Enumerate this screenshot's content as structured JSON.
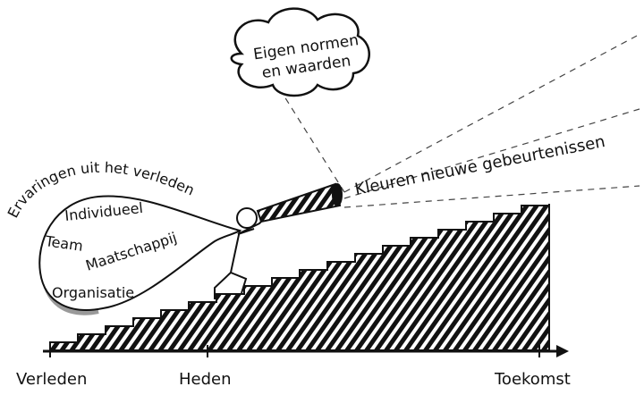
{
  "cloud": {
    "line1": "Eigen normen",
    "line2": "en waarden"
  },
  "projection_label": "Kleuren nieuwe gebeurtenissen",
  "bag": {
    "title": "Ervaringen uit het verleden",
    "items": [
      "Individueel",
      "Team",
      "Maatschappij",
      "Organisatie"
    ]
  },
  "timeline": {
    "past": "Verleden",
    "present": "Heden",
    "future": "Toekomst"
  },
  "colors": {
    "ink": "#111111",
    "shadow": "#9a9a9a"
  }
}
